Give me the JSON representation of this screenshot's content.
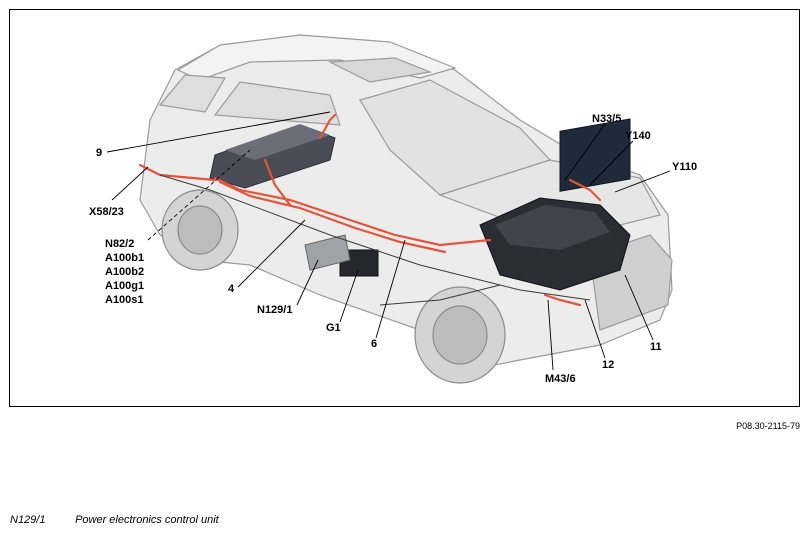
{
  "figure": {
    "callouts": {
      "c9": "9",
      "x58_23": "X58/23",
      "n82_2": "N82/2",
      "a100b1": "A100b1",
      "a100b2": "A100b2",
      "a100g1": "A100g1",
      "a100s1": "A100s1",
      "c4": "4",
      "n129_1": "N129/1",
      "g1": "G1",
      "c6": "6",
      "m43_6": "M43/6",
      "c12": "12",
      "c11": "11",
      "y110": "Y110",
      "y140": "Y140",
      "n33_5": "N33/5"
    },
    "reference_code": "P08.30-2115-79"
  },
  "legend": {
    "code": "N129/1",
    "description": "Power electronics control unit"
  },
  "colors": {
    "frame": "#000000",
    "car_body": "#e8e8e8",
    "car_outline": "#9a9a9a",
    "hv_cable": "#e2553a",
    "engine": "#2a2d34"
  }
}
